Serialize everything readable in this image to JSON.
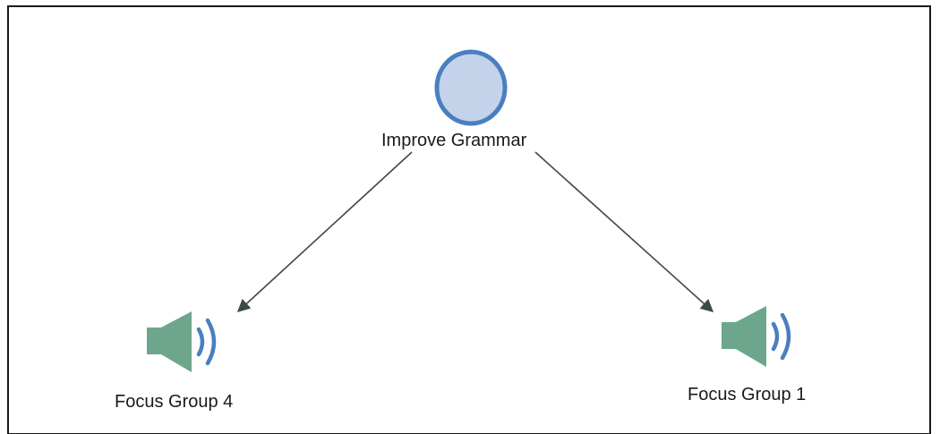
{
  "diagram": {
    "nodes": [
      {
        "id": "improve-grammar",
        "label": "Improve Grammar",
        "icon": "circle-node-icon"
      },
      {
        "id": "focus-group-4",
        "label": "Focus Group 4",
        "icon": "speaker-icon"
      },
      {
        "id": "focus-group-1",
        "label": "Focus Group 1",
        "icon": "speaker-icon"
      }
    ],
    "edges": [
      {
        "from": "improve-grammar",
        "to": "focus-group-4"
      },
      {
        "from": "improve-grammar",
        "to": "focus-group-1"
      }
    ],
    "colors": {
      "circle_fill": "#c4d3ea",
      "circle_stroke": "#4a7fbf",
      "speaker_body": "#6da68c",
      "speaker_waves": "#4a7fbf",
      "edge": "#3d4a47"
    }
  }
}
